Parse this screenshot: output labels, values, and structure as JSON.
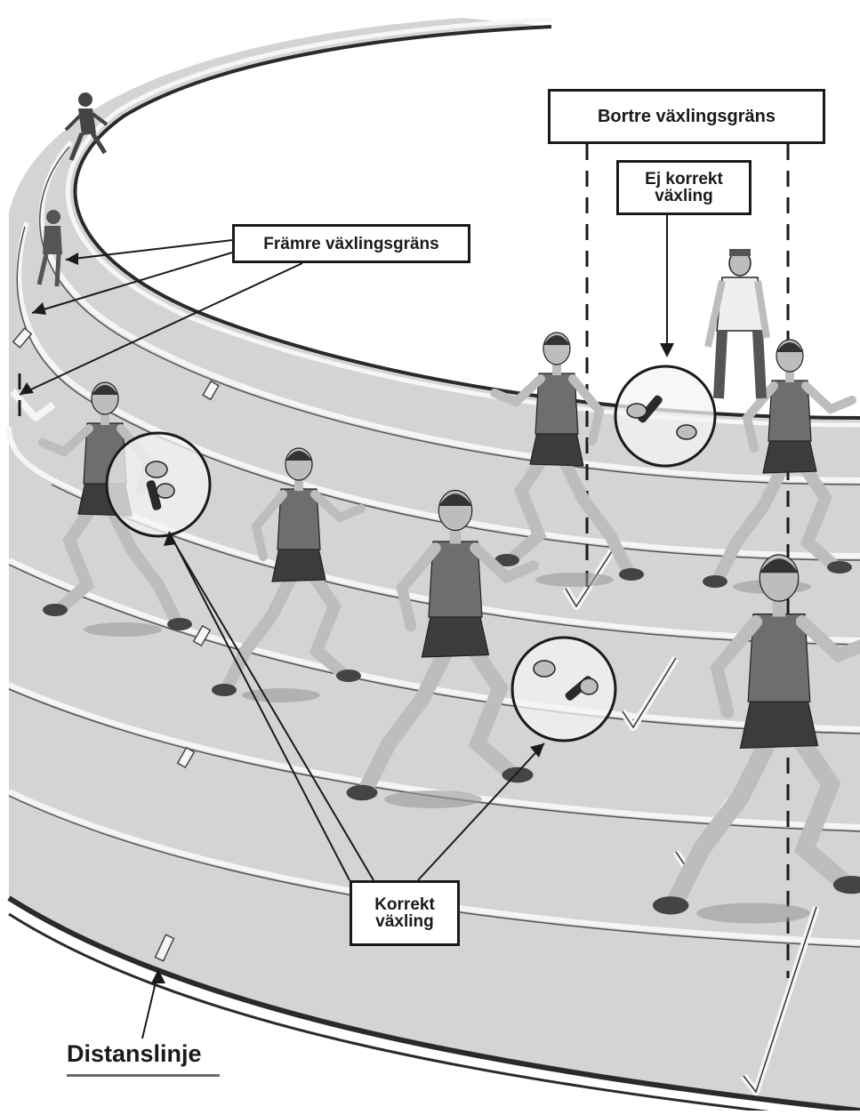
{
  "labels": {
    "bortre": "Bortre växlingsgräns",
    "ej_korrekt_line1": "Ej korrekt",
    "ej_korrekt_line2": "växling",
    "framre": "Främre växlingsgräns",
    "korrekt_line1": "Korrekt",
    "korrekt_line2": "växling",
    "distanslinje": "Distanslinje"
  },
  "colors": {
    "track": "#d2d2d2",
    "lane_line": "#f4f4f4",
    "ink": "#1a1a1a",
    "infield": "#ffffff",
    "skin": "#bdbdbd",
    "singlet": "#6e6e6e",
    "shorts": "#3c3c3c"
  },
  "illustration": {
    "scene": "relay-baton-exchange-zone",
    "runner_count": 8,
    "official_count": 1,
    "exchange_circles": 3
  }
}
